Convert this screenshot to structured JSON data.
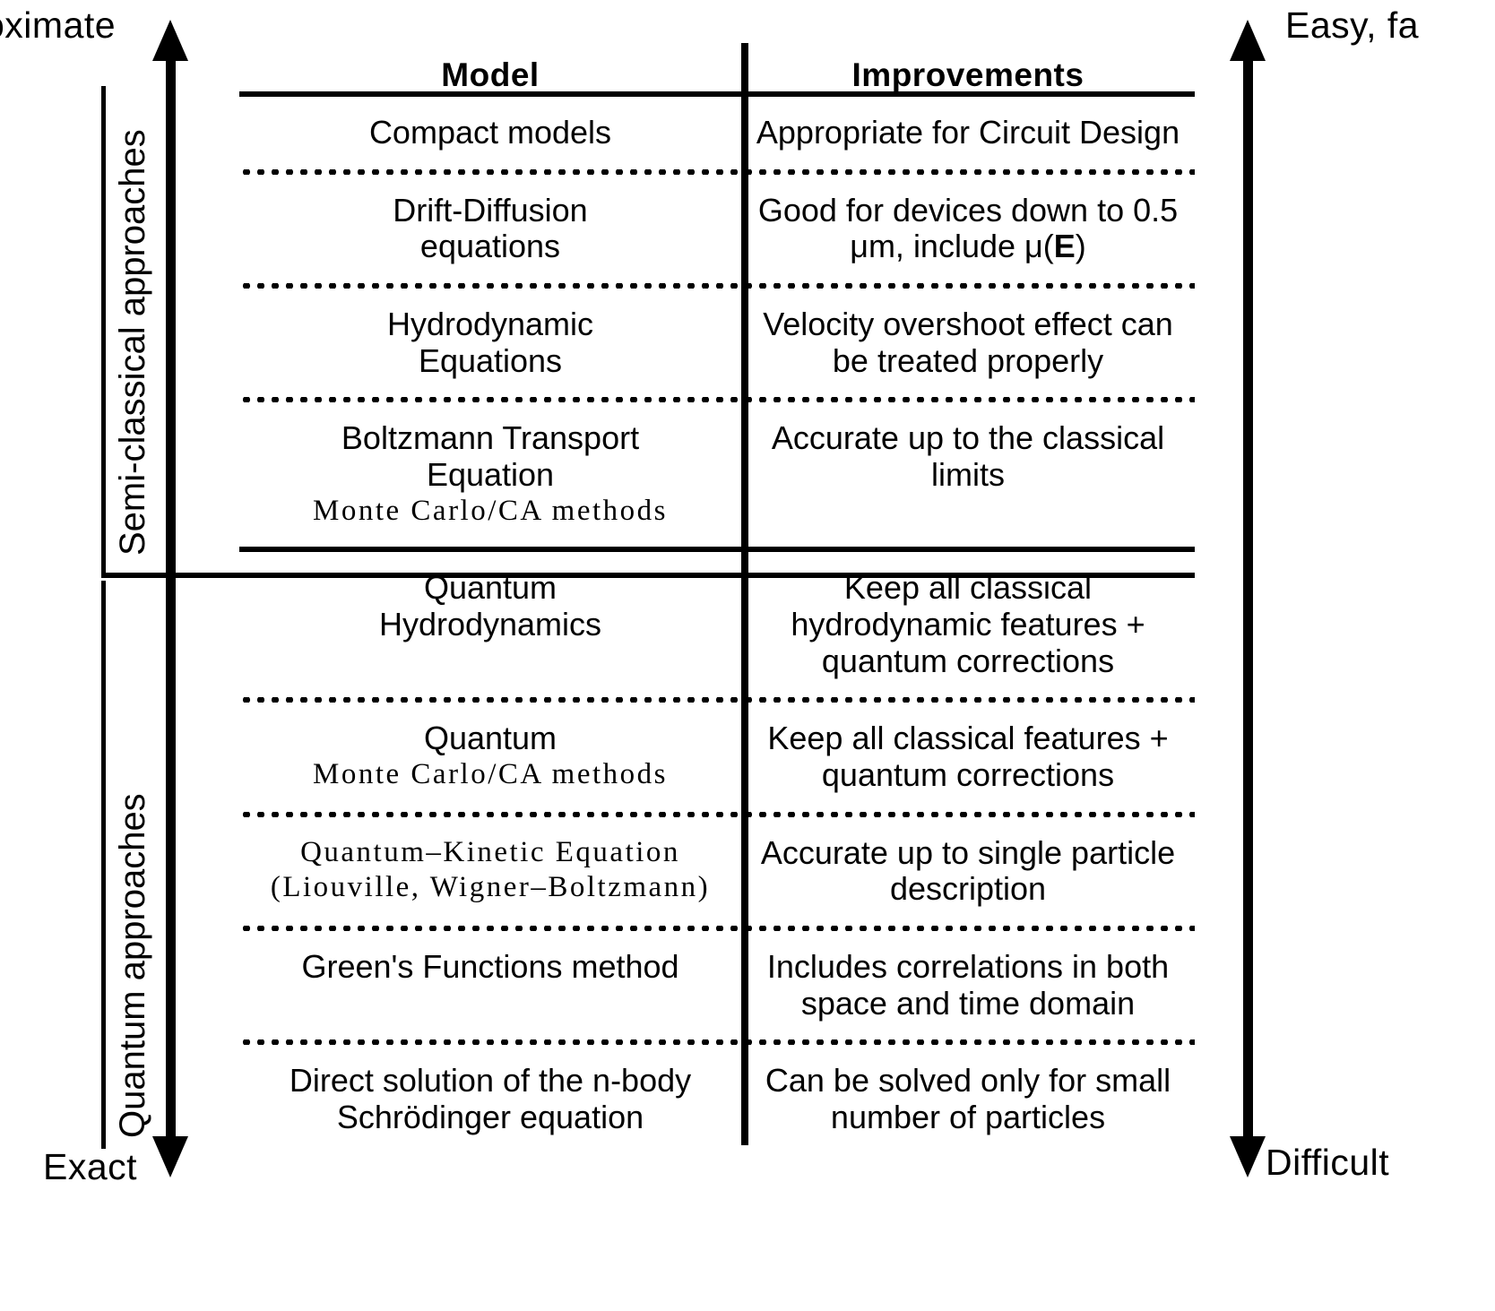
{
  "axes": {
    "left": {
      "top_label": "oximate",
      "bottom_label": "Exact",
      "icon_up": "arrow-up-icon",
      "icon_down": "arrow-down-icon"
    },
    "right": {
      "top_label": "Easy, fa",
      "bottom_label": "Difficult",
      "icon_up": "arrow-up-icon",
      "icon_down": "arrow-down-icon"
    }
  },
  "groups": [
    {
      "label": "Semi-classical approaches"
    },
    {
      "label": "Quantum approaches"
    }
  ],
  "table": {
    "headers": {
      "model": "Model",
      "improvements": "Improvements"
    },
    "rows": [
      {
        "model": "Compact models",
        "model_sub": "",
        "improvements": "Appropriate for Circuit Design"
      },
      {
        "model": "Drift-Diffusion\nequations",
        "model_sub": "",
        "improvements": "Good for devices down to 0.5 μm, include μ(E)"
      },
      {
        "model": "Hydrodynamic\nEquations",
        "model_sub": "",
        "improvements": "Velocity overshoot effect can be treated properly"
      },
      {
        "model": "Boltzmann Transport\nEquation",
        "model_sub": "Monte Carlo/CA methods",
        "improvements": "Accurate up to the classical limits"
      },
      {
        "model": "Quantum\nHydrodynamics",
        "model_sub": "",
        "improvements": "Keep all classical hydrodynamic features + quantum corrections"
      },
      {
        "model": "Quantum",
        "model_sub": "Monte Carlo/CA methods",
        "improvements": "Keep all classical features + quantum corrections"
      },
      {
        "model": "",
        "model_sub": "Quantum–Kinetic Equation\n(Liouville, Wigner–Boltzmann)",
        "improvements": "Accurate up to single particle description"
      },
      {
        "model": "Green's Functions method",
        "model_sub": "",
        "improvements": "Includes correlations in both space and time domain"
      },
      {
        "model": "Direct solution of the n-body\nSchrödinger equation",
        "model_sub": "",
        "improvements": "Can be solved only for small number of particles"
      }
    ]
  },
  "colors": {
    "ink": "#000000",
    "background": "#ffffff"
  }
}
